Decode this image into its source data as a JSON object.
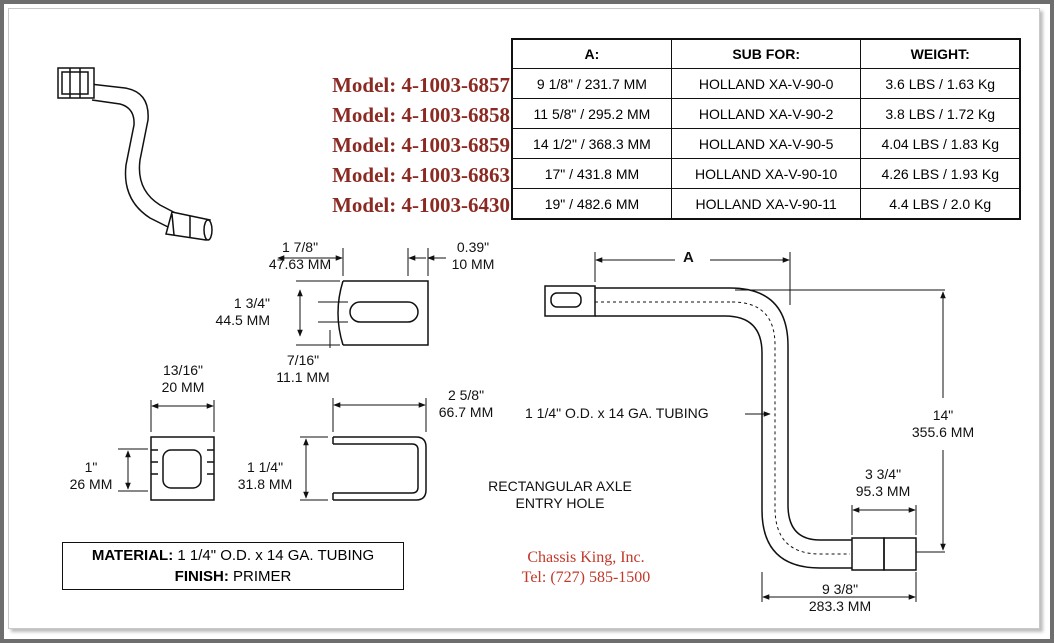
{
  "models": [
    "Model: 4-1003-6857",
    "Model: 4-1003-6858",
    "Model: 4-1003-6859",
    "Model: 4-1003-6863",
    "Model: 4-1003-6430"
  ],
  "table": {
    "headers": [
      "A:",
      "SUB FOR:",
      "WEIGHT:"
    ],
    "rows": [
      [
        "9 1/8\" / 231.7 MM",
        "HOLLAND XA-V-90-0",
        "3.6 LBS / 1.63 Kg"
      ],
      [
        "11 5/8\" / 295.2 MM",
        "HOLLAND XA-V-90-2",
        "3.8 LBS / 1.72 Kg"
      ],
      [
        "14 1/2\" / 368.3 MM",
        "HOLLAND XA-V-90-5",
        "4.04 LBS / 1.83 Kg"
      ],
      [
        "17\" / 431.8 MM",
        "HOLLAND XA-V-90-10",
        "4.26 LBS / 1.93 Kg"
      ],
      [
        "19\" / 482.6 MM",
        "HOLLAND XA-V-90-11",
        "4.4 LBS / 2.0 Kg"
      ]
    ]
  },
  "dims": {
    "d1_in": "1 7/8\"",
    "d1_mm": "47.63 MM",
    "d2_in": "0.39\"",
    "d2_mm": "10 MM",
    "d3_in": "1 3/4\"",
    "d3_mm": "44.5 MM",
    "d4_in": "7/16\"",
    "d4_mm": "11.1 MM",
    "d5_in": "13/16\"",
    "d5_mm": "20 MM",
    "d6_in": "2 5/8\"",
    "d6_mm": "66.7 MM",
    "d7_in": "1\"",
    "d7_mm": "26 MM",
    "d8_in": "1 1/4\"",
    "d8_mm": "31.8 MM",
    "a_label": "A",
    "tubing": "1 1/4\" O.D. x 14 GA. TUBING",
    "d9_in": "14\"",
    "d9_mm": "355.6 MM",
    "d10_in": "3 3/4\"",
    "d10_mm": "95.3 MM",
    "d11_in": "9 3/8\"",
    "d11_mm": "283.3 MM",
    "axle_line1": "RECTANGULAR AXLE",
    "axle_line2": "ENTRY HOLE"
  },
  "material": {
    "material_label": "MATERIAL:",
    "material_value": " 1 1/4\" O.D. x 14 GA. TUBING",
    "finish_label": "FINISH:",
    "finish_value": " PRIMER"
  },
  "company": {
    "name": "Chassis King, Inc.",
    "tel": "Tel: (727) 585-1500"
  }
}
